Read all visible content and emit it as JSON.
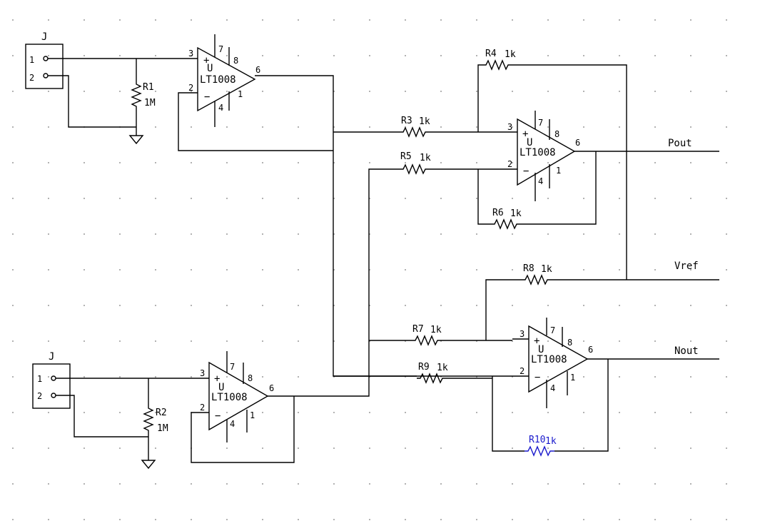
{
  "schematic": {
    "connectors": [
      {
        "ref": "J",
        "pins": [
          "1",
          "2"
        ]
      },
      {
        "ref": "J",
        "pins": [
          "1",
          "2"
        ]
      }
    ],
    "opamps": [
      {
        "part": "LT1008",
        "unit": "U",
        "plus": "+",
        "minus": "−",
        "pins": {
          "in_plus": "3",
          "in_minus": "2",
          "out": "6",
          "v_plus": "7",
          "v_minus": "4",
          "comp1": "8",
          "comp2": "1"
        }
      },
      {
        "part": "LT1008",
        "unit": "U",
        "plus": "+",
        "minus": "−",
        "pins": {
          "in_plus": "3",
          "in_minus": "2",
          "out": "6",
          "v_plus": "7",
          "v_minus": "4",
          "comp1": "8",
          "comp2": "1"
        }
      },
      {
        "part": "LT1008",
        "unit": "U",
        "plus": "+",
        "minus": "−",
        "pins": {
          "in_plus": "3",
          "in_minus": "2",
          "out": "6",
          "v_plus": "7",
          "v_minus": "4",
          "comp1": "8",
          "comp2": "1"
        }
      },
      {
        "part": "LT1008",
        "unit": "U",
        "plus": "+",
        "minus": "−",
        "pins": {
          "in_plus": "3",
          "in_minus": "2",
          "out": "6",
          "v_plus": "7",
          "v_minus": "4",
          "comp1": "8",
          "comp2": "1"
        }
      }
    ],
    "resistors": [
      {
        "ref": "R1",
        "value": "1M"
      },
      {
        "ref": "R2",
        "value": "1M"
      },
      {
        "ref": "R3",
        "value": "1k"
      },
      {
        "ref": "R4",
        "value": "1k"
      },
      {
        "ref": "R5",
        "value": "1k"
      },
      {
        "ref": "R6",
        "value": "1k"
      },
      {
        "ref": "R7",
        "value": "1k"
      },
      {
        "ref": "R8",
        "value": "1k"
      },
      {
        "ref": "R9",
        "value": "1k"
      },
      {
        "ref": "R10",
        "value": "1k",
        "selected": true
      }
    ],
    "nets": {
      "pout": "Pout",
      "vref": "Vref",
      "nout": "Nout"
    },
    "colors": {
      "wire": "#000000",
      "selection": "#1a1acc",
      "grid_dot": "#9a9a9a"
    }
  }
}
